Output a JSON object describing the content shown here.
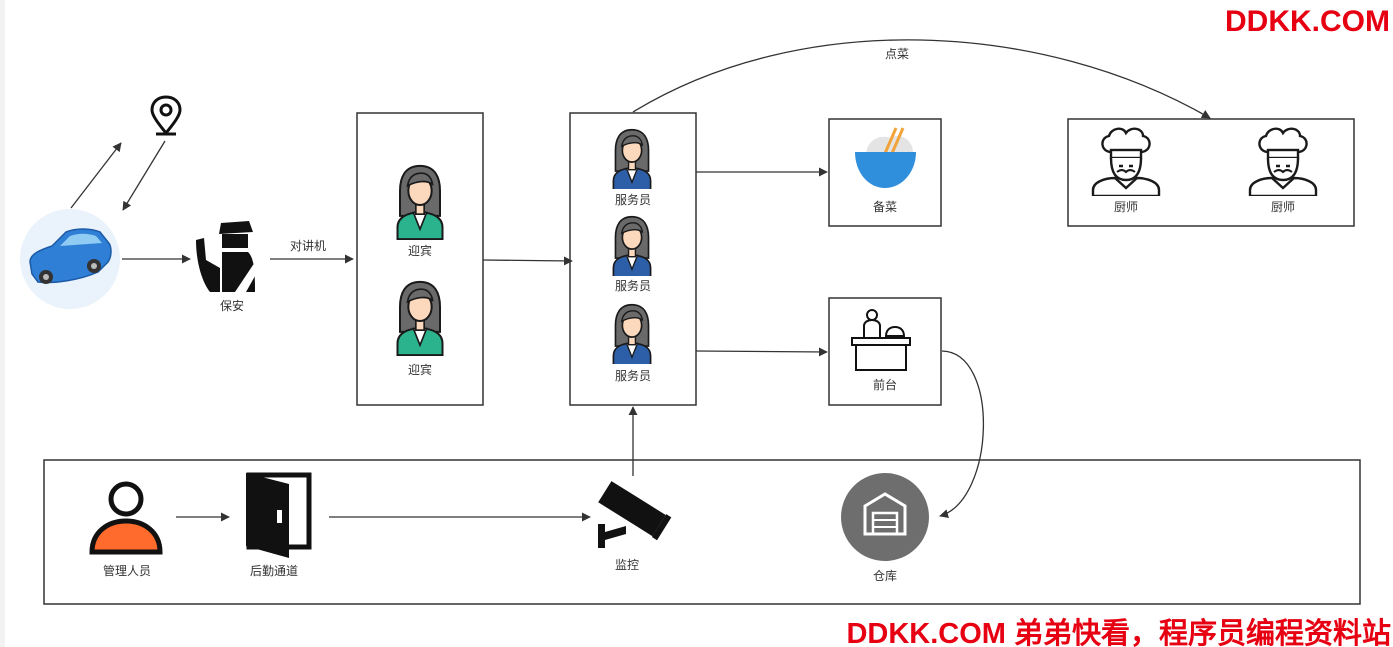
{
  "watermarks": {
    "top": "DDKK.COM",
    "bottom": "DDKK.COM 弟弟快看，程序员编程资料站"
  },
  "nodes": {
    "guard": "保安",
    "greeter_1": "迎宾",
    "greeter_2": "迎宾",
    "waiter_1": "服务员",
    "waiter_2": "服务员",
    "waiter_3": "服务员",
    "food_prep": "备菜",
    "front_desk": "前台",
    "chef_1": "厨师",
    "chef_2": "厨师",
    "manager": "管理人员",
    "back_passage": "后勤通道",
    "camera": "监控",
    "warehouse": "仓库"
  },
  "edges": {
    "intercom": "对讲机",
    "order": "点菜"
  },
  "colors": {
    "car": "#2f7fd6",
    "car_bg": "#eaf3fc",
    "greeter_top": "#2bb38d",
    "waiter_top": "#2d5fa8",
    "hair": "#6a6a6a",
    "skin": "#fcd8bc",
    "bowl": "#2f8fdc",
    "rice": "#e4e4e4",
    "chopsticks": "#f2a33a",
    "manager_body": "#ff6b2c",
    "warehouse_bg": "#6e6e6e",
    "watermark": "#e60012"
  },
  "icons": {
    "car": "car-icon",
    "location": "location-pin-icon",
    "guard": "security-guard-icon",
    "greeter": "woman-greeter-icon",
    "waiter": "woman-waiter-icon",
    "food": "rice-bowl-icon",
    "front_desk": "reception-desk-icon",
    "chef": "chef-icon",
    "manager": "person-icon",
    "door": "door-icon",
    "camera": "cctv-camera-icon",
    "warehouse": "warehouse-icon"
  }
}
